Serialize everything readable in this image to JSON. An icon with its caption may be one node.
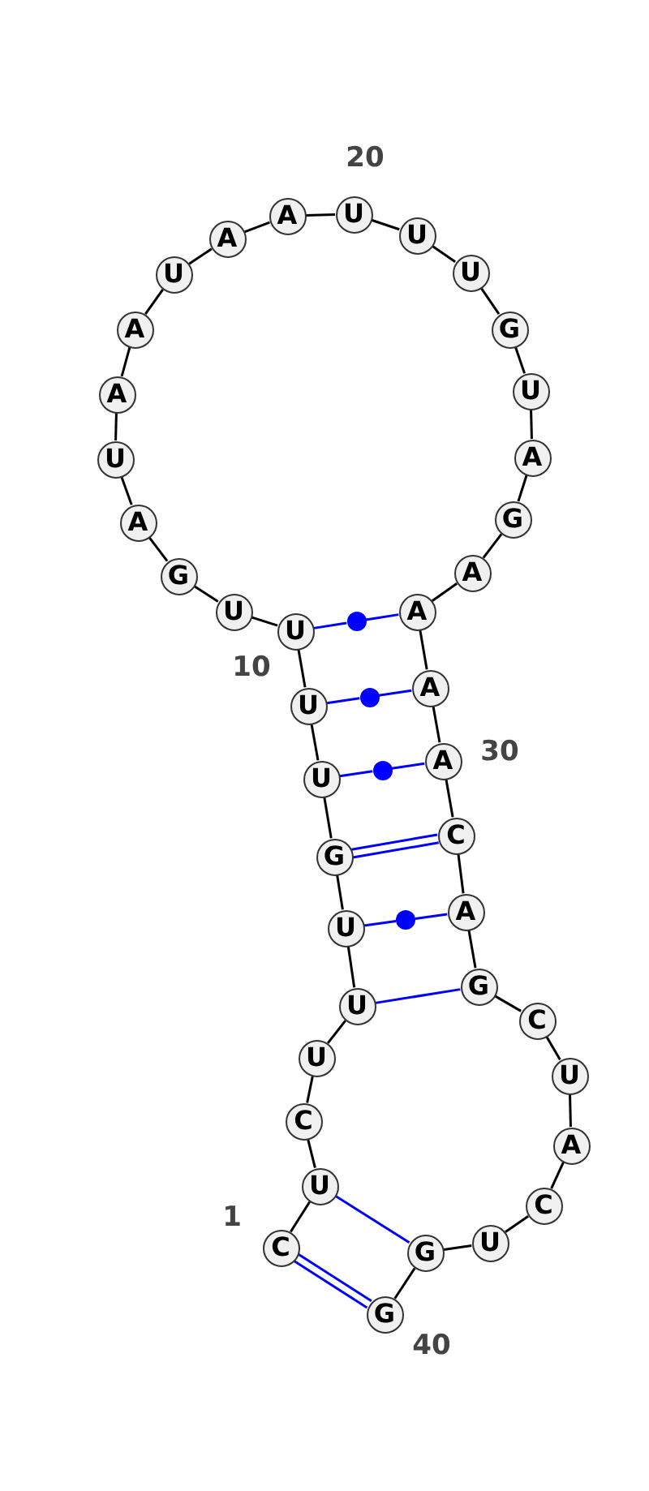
{
  "diagram": {
    "nodes": [
      {
        "text": [
          "C"
        ],
        "beside": [
          "1"
        ]
      },
      {
        "text": [
          "U"
        ]
      },
      {
        "text": [
          "C"
        ]
      },
      {
        "text": [
          "U"
        ]
      },
      {
        "text": [
          "U"
        ]
      },
      {
        "text": [
          "U"
        ]
      },
      {
        "text": [
          "G"
        ]
      },
      {
        "text": [
          "U"
        ]
      },
      {
        "text": [
          "U"
        ]
      },
      {
        "text": [
          "U"
        ],
        "beside": [
          "10"
        ]
      },
      {
        "text": [
          "U"
        ]
      },
      {
        "text": [
          "G"
        ]
      },
      {
        "text": [
          "A"
        ]
      },
      {
        "text": [
          "U"
        ]
      },
      {
        "text": [
          "A"
        ]
      },
      {
        "text": [
          "A"
        ]
      },
      {
        "text": [
          "U"
        ]
      },
      {
        "text": [
          "A"
        ]
      },
      {
        "text": [
          "A"
        ]
      },
      {
        "text": [
          "U"
        ],
        "beside": [
          "20"
        ]
      },
      {
        "text": [
          "U"
        ]
      },
      {
        "text": [
          "U"
        ]
      },
      {
        "text": [
          "G"
        ]
      },
      {
        "text": [
          "U"
        ]
      },
      {
        "text": [
          "A"
        ]
      },
      {
        "text": [
          "G"
        ]
      },
      {
        "text": [
          "A"
        ]
      },
      {
        "text": [
          "A"
        ]
      },
      {
        "text": [
          "A"
        ]
      },
      {
        "text": [
          "A"
        ],
        "beside": [
          "30"
        ]
      },
      {
        "text": [
          "C"
        ]
      },
      {
        "text": [
          "A"
        ]
      },
      {
        "text": [
          "G"
        ]
      },
      {
        "text": [
          "C"
        ]
      },
      {
        "text": [
          "U"
        ]
      },
      {
        "text": [
          "A"
        ]
      },
      {
        "text": [
          "C"
        ]
      },
      {
        "text": [
          "U"
        ]
      },
      {
        "text": [
          "G"
        ]
      },
      {
        "text": [
          "G"
        ],
        "beside": [
          "40"
        ]
      },
      {
        "text": [],
        "shape": "circle"
      },
      {
        "text": [],
        "shape": "circle"
      },
      {
        "text": [],
        "shape": "circle"
      },
      {
        "text": [],
        "shape": "circle"
      }
    ],
    "edges": [
      {
        "from": 0,
        "to": 1,
        "arrow": "none"
      },
      {
        "from": 1,
        "to": 2,
        "arrow": "none"
      },
      {
        "from": 2,
        "to": 3,
        "arrow": "none"
      },
      {
        "from": 3,
        "to": 4,
        "arrow": "none"
      },
      {
        "from": 4,
        "to": 5,
        "arrow": "none"
      },
      {
        "from": 5,
        "to": 6,
        "arrow": "none"
      },
      {
        "from": 6,
        "to": 7,
        "arrow": "none"
      },
      {
        "from": 7,
        "to": 8,
        "arrow": "none"
      },
      {
        "from": 8,
        "to": 9,
        "arrow": "none"
      },
      {
        "from": 9,
        "to": 10,
        "arrow": "none"
      },
      {
        "from": 10,
        "to": 11,
        "arrow": "none"
      },
      {
        "from": 11,
        "to": 12,
        "arrow": "none"
      },
      {
        "from": 12,
        "to": 13,
        "arrow": "none"
      },
      {
        "from": 13,
        "to": 14,
        "arrow": "none"
      },
      {
        "from": 14,
        "to": 15,
        "arrow": "none"
      },
      {
        "from": 15,
        "to": 16,
        "arrow": "none"
      },
      {
        "from": 16,
        "to": 17,
        "arrow": "none"
      },
      {
        "from": 17,
        "to": 18,
        "arrow": "none"
      },
      {
        "from": 18,
        "to": 19,
        "arrow": "none"
      },
      {
        "from": 19,
        "to": 20,
        "arrow": "none"
      },
      {
        "from": 20,
        "to": 21,
        "arrow": "none"
      },
      {
        "from": 21,
        "to": 22,
        "arrow": "none"
      },
      {
        "from": 22,
        "to": 23,
        "arrow": "none"
      },
      {
        "from": 23,
        "to": 24,
        "arrow": "none"
      },
      {
        "from": 24,
        "to": 25,
        "arrow": "none"
      },
      {
        "from": 25,
        "to": 26,
        "arrow": "none"
      },
      {
        "from": 26,
        "to": 27,
        "arrow": "none"
      },
      {
        "from": 27,
        "to": 28,
        "arrow": "none"
      },
      {
        "from": 28,
        "to": 29,
        "arrow": "none"
      },
      {
        "from": 29,
        "to": 30,
        "arrow": "none"
      },
      {
        "from": 30,
        "to": 31,
        "arrow": "none"
      },
      {
        "from": 31,
        "to": 32,
        "arrow": "none"
      },
      {
        "from": 32,
        "to": 33,
        "arrow": "none"
      },
      {
        "from": 33,
        "to": 34,
        "arrow": "none"
      },
      {
        "from": 34,
        "to": 35,
        "arrow": "none"
      },
      {
        "from": 35,
        "to": 36,
        "arrow": "none"
      },
      {
        "from": 36,
        "to": 37,
        "arrow": "none"
      },
      {
        "from": 37,
        "to": 38,
        "arrow": "none"
      },
      {
        "from": 38,
        "to": 39,
        "arrow": "none"
      },
      {
        "from": 0,
        "to": 39,
        "arrow": "none",
        "color": "#0000ff"
      },
      {
        "from": 0,
        "to": 39,
        "arrow": "none",
        "color": "#0000ff"
      },
      {
        "from": 1,
        "to": 38,
        "arrow": "none",
        "color": "#0000ff"
      },
      {
        "from": 4,
        "to": 32,
        "arrow": "none",
        "color": "#0000ff"
      },
      {
        "from": 5,
        "to": 43,
        "arrow": "none",
        "color": "#0000ff"
      },
      {
        "from": 43,
        "to": 31,
        "arrow": "none",
        "color": "#0000ff"
      },
      {
        "from": 6,
        "to": 30,
        "arrow": "none",
        "color": "#0000ff"
      },
      {
        "from": 6,
        "to": 30,
        "arrow": "none",
        "color": "#0000ff"
      },
      {
        "from": 7,
        "to": 42,
        "arrow": "none",
        "color": "#0000ff"
      },
      {
        "from": 42,
        "to": 29,
        "arrow": "none",
        "color": "#0000ff"
      },
      {
        "from": 8,
        "to": 41,
        "arrow": "none",
        "color": "#0000ff"
      },
      {
        "from": 41,
        "to": 28,
        "arrow": "none",
        "color": "#0000ff"
      },
      {
        "from": 9,
        "to": 40,
        "arrow": "none",
        "color": "#0000ff"
      },
      {
        "from": 40,
        "to": 27,
        "arrow": "none",
        "color": "#0000ff"
      }
    ]
  }
}
